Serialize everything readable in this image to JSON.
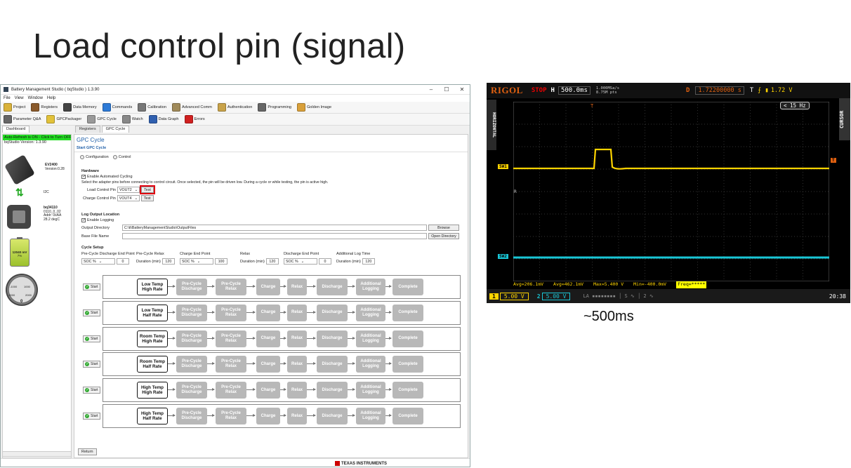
{
  "slide": {
    "title": "Load control pin (signal)",
    "scope_caption": "~500ms"
  },
  "app": {
    "window_title": "Battery Management Studio ( bqStudio ) 1.3.90",
    "menu": [
      "File",
      "View",
      "Window",
      "Help"
    ],
    "toolbar": [
      {
        "label": "Project",
        "icon": "project-icon",
        "color": "#d9b23a"
      },
      {
        "label": "Registers",
        "icon": "registers-icon",
        "color": "#8a5a2b"
      },
      {
        "label": "Data Memory",
        "icon": "data-memory-icon",
        "color": "#444444"
      },
      {
        "label": "Commands",
        "icon": "commands-icon",
        "color": "#2d7ad6"
      },
      {
        "label": "Calibration",
        "icon": "calibration-icon",
        "color": "#777777"
      },
      {
        "label": "Advanced Comm",
        "icon": "advanced-comm-icon",
        "color": "#a08a5a"
      },
      {
        "label": "Authentication",
        "icon": "authentication-icon",
        "color": "#c9a34a"
      },
      {
        "label": "Programming",
        "icon": "programming-icon",
        "color": "#666666"
      },
      {
        "label": "Golden Image",
        "icon": "golden-image-icon",
        "color": "#d9a03a"
      }
    ],
    "toolbar2": [
      {
        "label": "Parameter Q&A",
        "icon": "parameter-qa-icon",
        "color": "#666666"
      },
      {
        "label": "GPCPackager",
        "icon": "gpc-packager-icon",
        "color": "#e2c23a"
      },
      {
        "label": "GPC Cycle",
        "icon": "gpc-cycle-icon",
        "color": "#999999"
      },
      {
        "label": "Watch",
        "icon": "watch-icon",
        "color": "#888888"
      },
      {
        "label": "Data Graph",
        "icon": "data-graph-icon",
        "color": "#3060b0"
      },
      {
        "label": "Errors",
        "icon": "errors-icon",
        "color": "#d02020"
      }
    ],
    "tabs": {
      "dashboard": "Dashboard",
      "registers": "Registers",
      "gpc_cycle": "GPC Cycle"
    }
  },
  "dashboard": {
    "autorefresh": "Auto-Refresh is ON - Click to Turn OFF",
    "version": "bqStudio Version:  1.3.90",
    "ev_name": "EV2400",
    "ev_version": "Version:0.28",
    "bus": "I2C",
    "device_name": "bq34110",
    "device_fw": "0110_0_02",
    "device_addr": "Addr: 0xAA",
    "device_temp": "28.2 degC",
    "battery_mv": "12040 mV",
    "battery_pct": "7%",
    "gauge_value": "0",
    "gauge_ticks": [
      "-1000",
      "1000",
      "-2000",
      "2000"
    ]
  },
  "gpc": {
    "title": "GPC Cycle",
    "subtitle": "Start GPC Cycle",
    "mode_tabs": [
      "Configuration",
      "Control"
    ],
    "hardware": {
      "heading": "Hardware",
      "enable": "Enable Automated Cycling",
      "note": "Select the adapter pins before connecting to control circuit. Once selected, the pin will be driven low. During a cycle or while testing, the pin is active high.",
      "load_label": "Load Control Pin",
      "load_value": "VOUT2",
      "charge_label": "Charge Control Pin",
      "charge_value": "VOUT4",
      "test": "Test"
    },
    "log": {
      "heading": "Log Output Location",
      "enable": "Enable Logging",
      "out_dir_label": "Output Directory",
      "out_dir_value": "C:\\ti\\BatteryManagementStudio\\OutputFiles",
      "browse": "Browse",
      "base_label": "Base File Name",
      "open_dir": "Open Directory"
    },
    "setup": {
      "heading": "Cycle Setup",
      "cols": [
        {
          "label": "Pre-Cycle Discharge End Point",
          "sel": "SOC %",
          "val": "0"
        },
        {
          "label": "Pre-Cycle Relax",
          "sel": "Duration (min)",
          "val": "120"
        },
        {
          "label": "Charge End Point",
          "sel": "SOC %",
          "val": "100"
        },
        {
          "label": "Relax",
          "sel": "Duration (min)",
          "val": "120"
        },
        {
          "label": "Discharge End Point",
          "sel": "SOC %",
          "val": "0"
        },
        {
          "label": "Additional Log Time",
          "sel": "Duration (min)",
          "val": "120"
        }
      ]
    },
    "start": "Start",
    "steps": [
      "Pre-Cycle Discharge",
      "Pre-Cycle Relax",
      "Charge",
      "Relax",
      "Discharge",
      "Additional Logging",
      "Complete"
    ],
    "cycles": [
      [
        "Low Temp",
        "High Rate"
      ],
      [
        "Low Temp",
        "Half Rate"
      ],
      [
        "Room Temp",
        "High Rate"
      ],
      [
        "Room Temp",
        "Half Rate"
      ],
      [
        "High Temp",
        "High Rate"
      ],
      [
        "High Temp",
        "Half Rate"
      ]
    ],
    "return": "Return",
    "ti_logo": "TEXAS INSTRUMENTS"
  },
  "scope": {
    "brand": "RIGOL",
    "state": "STOP",
    "h_label": "H",
    "timebase": "500.0ms",
    "sample_rate": "1.000MSa/s",
    "mem_depth": "8.75M pts",
    "d_label": "D",
    "trigger_pos": "1.72200000 s",
    "t_label": "T",
    "trigger_level": "1.72 V",
    "horizontal_tab": "HORIZONTAL",
    "cursor_tab": "CURSOR",
    "freq_badge": "< 15 Hz",
    "ch1_label": "SW1",
    "ch2_label": "SW2",
    "meas": [
      "Avg=206.1mV",
      "Avg=462.1mV",
      "Max=5.400 V",
      "Min=-400.0mV",
      "Freq=*****"
    ],
    "ch1_num": "1",
    "ch1_scale": "5.00 V",
    "ch2_num": "2",
    "ch2_scale": "5.00 V",
    "clock": "20:38",
    "colors": {
      "ch1": "#ffd400",
      "ch2": "#19c6d6",
      "brand": "#e06010"
    }
  }
}
